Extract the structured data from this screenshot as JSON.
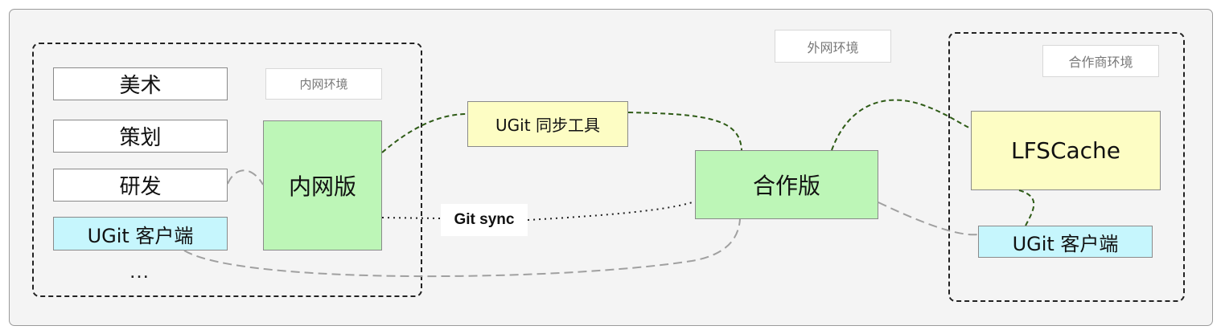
{
  "environments": {
    "external": {
      "label": "外网环境"
    },
    "internal": {
      "label": "内网环境"
    },
    "partner": {
      "label": "合作商环境"
    }
  },
  "internal_roles": [
    "美术",
    "策划",
    "研发"
  ],
  "internal_client": "UGit 客户端",
  "internal_more": "…",
  "nodes": {
    "internal_edition": "内网版",
    "sync_tool": "UGit 同步工具",
    "coop_edition": "合作版",
    "lfs_cache": "LFSCache",
    "partner_client": "UGit 客户端"
  },
  "edges": {
    "git_sync_label": "Git sync"
  },
  "colors": {
    "green_node": "#bdf6b7",
    "yellow_node": "#fdfdc4",
    "client_node": "#c6f6fd",
    "sync_edge": "#2e5b16",
    "client_edge": "#a0a0a0",
    "git_sync_edge": "#222222"
  }
}
